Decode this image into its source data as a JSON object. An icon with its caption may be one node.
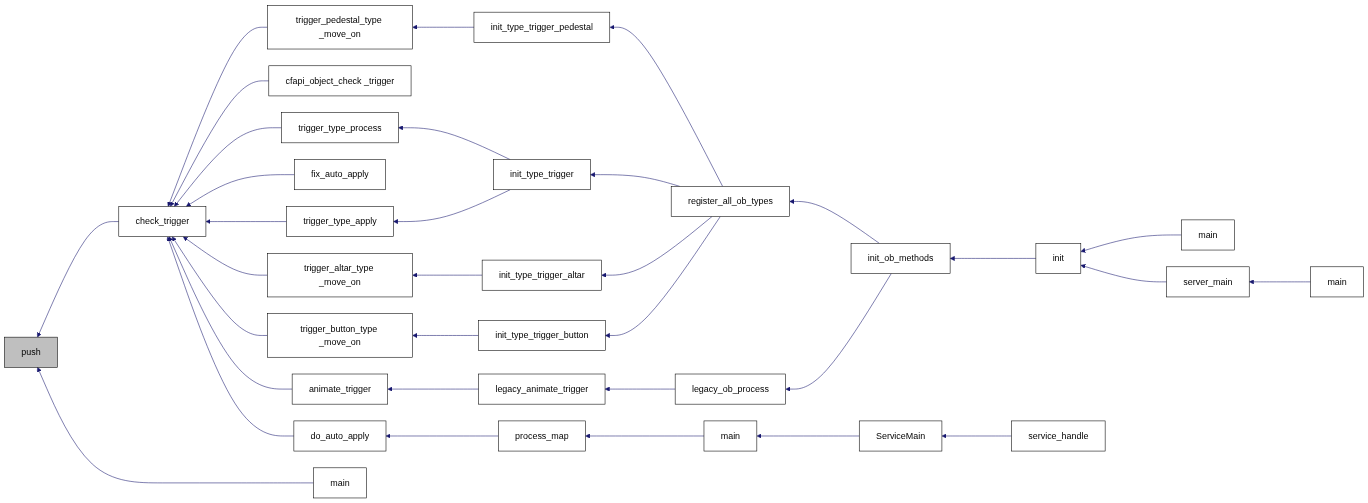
{
  "diagram": {
    "nodes": [
      {
        "text": [
          "push"
        ]
      },
      {
        "text": [
          "check_trigger"
        ]
      },
      {
        "text": [
          "main"
        ]
      },
      {
        "text": [
          "trigger_pedestal_type _move_on"
        ]
      },
      {
        "text": [
          "cfapi_object_check _trigger"
        ]
      },
      {
        "text": [
          "trigger_type_process"
        ]
      },
      {
        "text": [
          "fix_auto_apply"
        ]
      },
      {
        "text": [
          "trigger_type_apply"
        ]
      },
      {
        "text": [
          "trigger_altar_type _move_on"
        ]
      },
      {
        "text": [
          "trigger_button_type _move_on"
        ]
      },
      {
        "text": [
          "animate_trigger"
        ]
      },
      {
        "text": [
          "do_auto_apply"
        ]
      },
      {
        "text": [
          "init_type_trigger_pedestal"
        ]
      },
      {
        "text": [
          "init_type_trigger"
        ]
      },
      {
        "text": [
          "init_type_trigger_altar"
        ]
      },
      {
        "text": [
          "init_type_trigger_button"
        ]
      },
      {
        "text": [
          "legacy_animate_trigger"
        ]
      },
      {
        "text": [
          "process_map"
        ]
      },
      {
        "text": [
          "register_all_ob_types"
        ]
      },
      {
        "text": [
          "legacy_ob_process"
        ]
      },
      {
        "text": [
          "main"
        ]
      },
      {
        "text": [
          "init_ob_methods"
        ]
      },
      {
        "text": [
          "ServiceMain"
        ]
      },
      {
        "text": [
          "init"
        ]
      },
      {
        "text": [
          "service_handle"
        ]
      },
      {
        "text": [
          "main"
        ]
      },
      {
        "text": [
          "server_main"
        ]
      },
      {
        "text": [
          "main"
        ]
      }
    ],
    "edges": [
      {
        "from": 1,
        "to": 0,
        "arrow": "to"
      },
      {
        "from": 2,
        "to": 0,
        "arrow": "to"
      },
      {
        "from": 3,
        "to": 1,
        "arrow": "to"
      },
      {
        "from": 4,
        "to": 1,
        "arrow": "to"
      },
      {
        "from": 5,
        "to": 1,
        "arrow": "to"
      },
      {
        "from": 6,
        "to": 1,
        "arrow": "to"
      },
      {
        "from": 7,
        "to": 1,
        "arrow": "to"
      },
      {
        "from": 8,
        "to": 1,
        "arrow": "to"
      },
      {
        "from": 9,
        "to": 1,
        "arrow": "to"
      },
      {
        "from": 10,
        "to": 1,
        "arrow": "to"
      },
      {
        "from": 11,
        "to": 1,
        "arrow": "to"
      },
      {
        "from": 12,
        "to": 3,
        "arrow": "to"
      },
      {
        "from": 13,
        "to": 5,
        "arrow": "to"
      },
      {
        "from": 13,
        "to": 7,
        "arrow": "to"
      },
      {
        "from": 14,
        "to": 8,
        "arrow": "to"
      },
      {
        "from": 15,
        "to": 9,
        "arrow": "to"
      },
      {
        "from": 16,
        "to": 10,
        "arrow": "to"
      },
      {
        "from": 17,
        "to": 11,
        "arrow": "to"
      },
      {
        "from": 18,
        "to": 12,
        "arrow": "to"
      },
      {
        "from": 18,
        "to": 13,
        "arrow": "to"
      },
      {
        "from": 18,
        "to": 14,
        "arrow": "to"
      },
      {
        "from": 18,
        "to": 15,
        "arrow": "to"
      },
      {
        "from": 19,
        "to": 16,
        "arrow": "to"
      },
      {
        "from": 20,
        "to": 17,
        "arrow": "to"
      },
      {
        "from": 21,
        "to": 18,
        "arrow": "to"
      },
      {
        "from": 21,
        "to": 19,
        "arrow": "to"
      },
      {
        "from": 22,
        "to": 20,
        "arrow": "to"
      },
      {
        "from": 23,
        "to": 21,
        "arrow": "to"
      },
      {
        "from": 24,
        "to": 22,
        "arrow": "to"
      },
      {
        "from": 25,
        "to": 23,
        "arrow": "to"
      },
      {
        "from": 26,
        "to": 23,
        "arrow": "to"
      },
      {
        "from": 27,
        "to": 26,
        "arrow": "to"
      }
    ]
  }
}
